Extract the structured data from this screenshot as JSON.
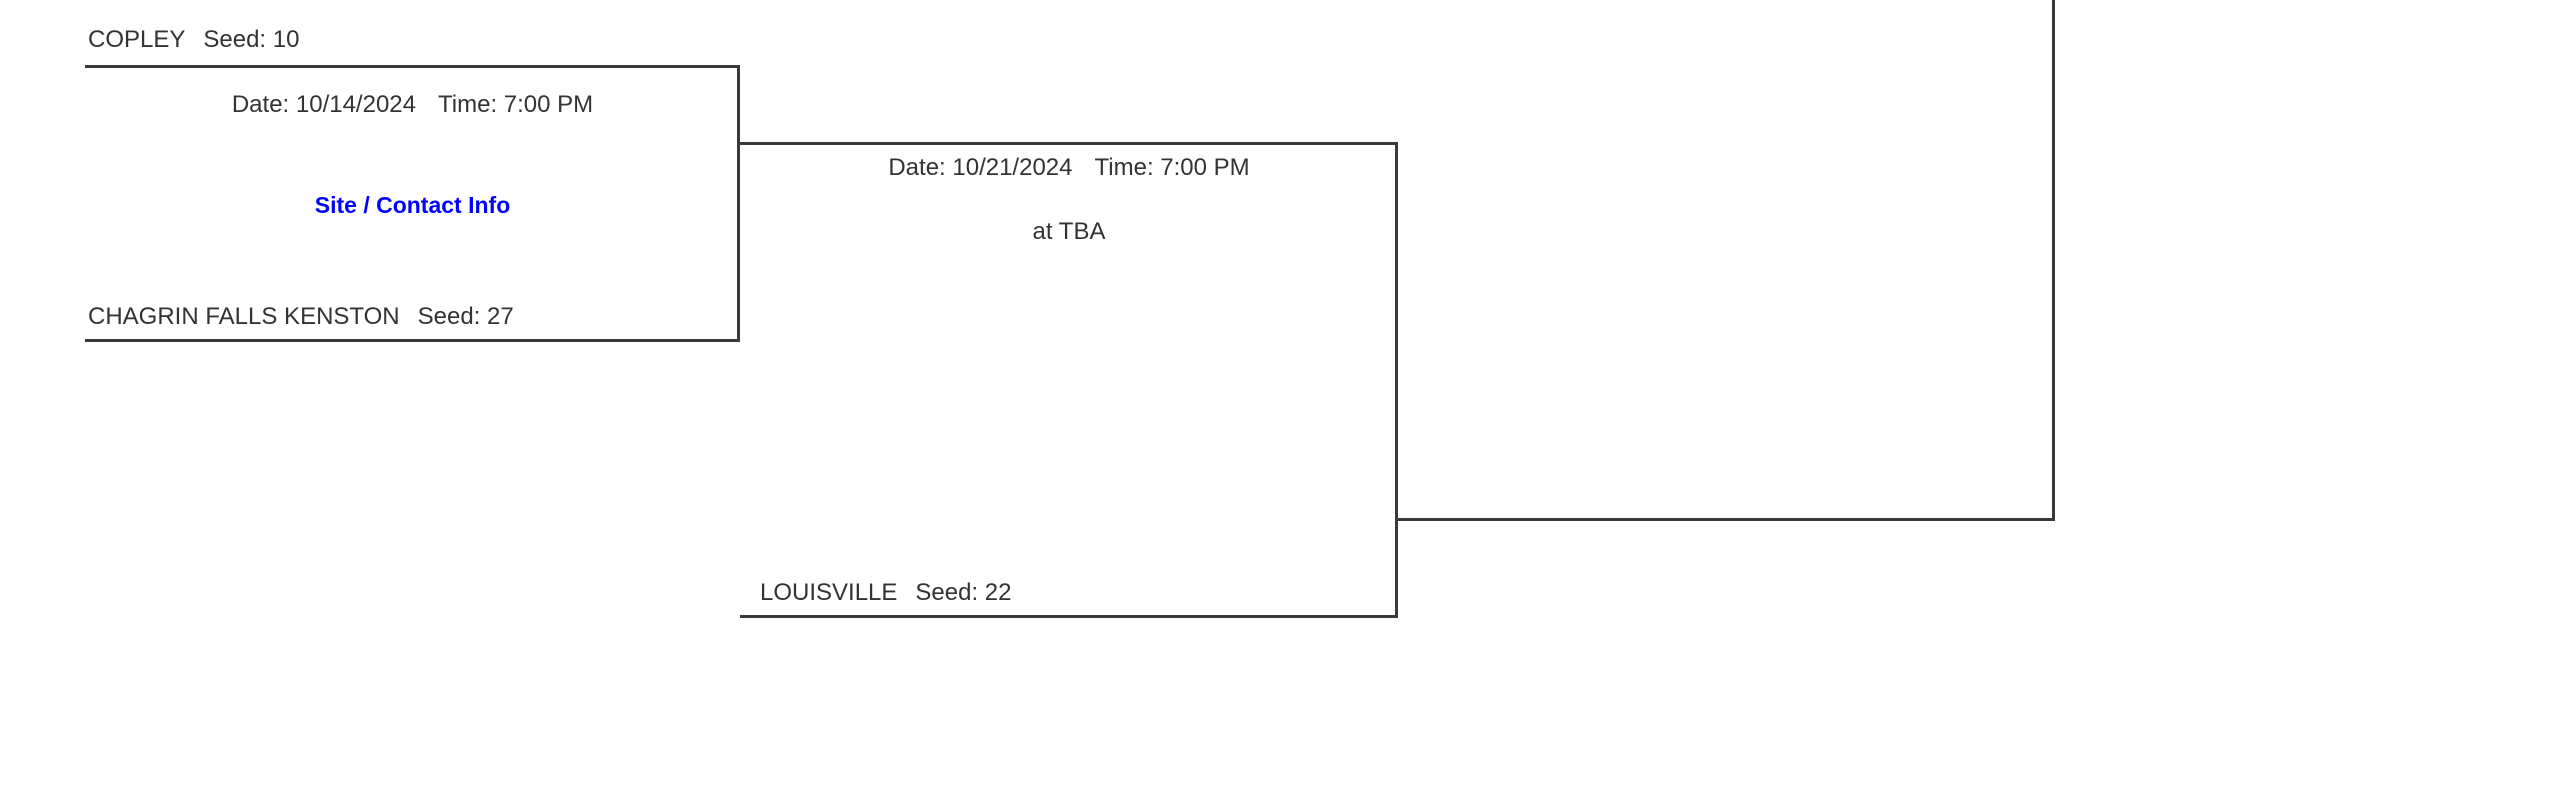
{
  "bracket": {
    "rounds": [
      {
        "round_index": 1,
        "games": [
          {
            "game_id": "game-1",
            "teams": [
              {
                "name": "COPLEY",
                "seed_label": "Seed: 10",
                "seed": 10,
                "position": "top"
              },
              {
                "name": "CHAGRIN FALLS KENSTON",
                "seed_label": "Seed: 27",
                "seed": 27,
                "position": "bottom"
              }
            ],
            "date_label": "Date: 10/14/2024",
            "time_label": "Time: 7:00 PM",
            "date": "10/14/2024",
            "time": "7:00 PM",
            "site_link_label": "Site / Contact Info",
            "site_label": null
          }
        ]
      },
      {
        "round_index": 2,
        "games": [
          {
            "game_id": "game-2",
            "teams": [
              {
                "name": "LOUISVILLE",
                "seed_label": "Seed: 22",
                "seed": 22,
                "position": "bottom"
              }
            ],
            "date_label": "Date: 10/21/2024",
            "time_label": "Time: 7:00 PM",
            "date": "10/21/2024",
            "time": "7:00 PM",
            "site_label": "at TBA",
            "site_link_label": null
          }
        ]
      },
      {
        "round_index": 3,
        "games": [
          {
            "game_id": "game-3",
            "teams": [],
            "date_label": null,
            "time_label": null,
            "site_label": null
          }
        ]
      }
    ]
  },
  "colors": {
    "line": "#3a3a3a",
    "text": "#333333",
    "link": "#0000ff",
    "background": "#ffffff"
  }
}
